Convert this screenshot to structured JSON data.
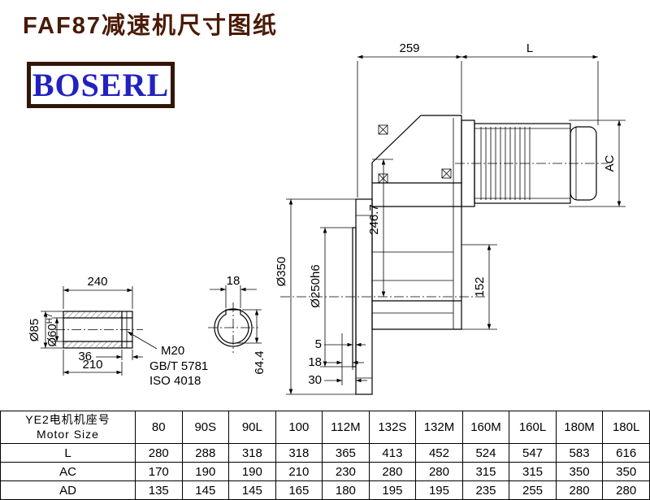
{
  "page": {
    "title": "FAF87减速机尺寸图纸",
    "logo_text": "BOSERL"
  },
  "colors": {
    "title_text": "#4a1a05",
    "logo_border": "#331505",
    "logo_text": "#2222c0",
    "line": "#000000",
    "background": "#ffffff"
  },
  "drawing": {
    "main": {
      "dim_259": "259",
      "dim_L": "L",
      "dim_AC": "AC",
      "dim_phi350": "Ø350",
      "dim_phi250h6": "Ø250h6",
      "dim_246_7": "246.7",
      "dim_152": "152",
      "dim_5": "5",
      "dim_18": "18",
      "dim_30": "30"
    },
    "shaft": {
      "dim_240": "240",
      "dim_36": "36",
      "dim_210": "210",
      "dim_phi85": "Ø85",
      "dim_phi60": "Ø60",
      "dim_phi60_tol": "H7",
      "label_thread": "M20",
      "label_std_gb": "GB/T 5781",
      "label_std_iso": "ISO 4018"
    },
    "section": {
      "dim_18": "18",
      "dim_64_4": "64.4"
    }
  },
  "table": {
    "corner_line1": "YE2电机机座号",
    "corner_line2": "Motor Size",
    "sizes": [
      "80",
      "90S",
      "90L",
      "100",
      "112M",
      "132S",
      "132M",
      "160M",
      "160L",
      "180M",
      "180L"
    ],
    "rows": [
      {
        "label": "L",
        "values": [
          "280",
          "288",
          "318",
          "318",
          "365",
          "413",
          "452",
          "524",
          "547",
          "583",
          "616"
        ]
      },
      {
        "label": "AC",
        "values": [
          "170",
          "190",
          "190",
          "210",
          "230",
          "280",
          "280",
          "315",
          "315",
          "350",
          "350"
        ]
      },
      {
        "label": "AD",
        "values": [
          "135",
          "145",
          "145",
          "165",
          "180",
          "195",
          "195",
          "235",
          "255",
          "280",
          "280"
        ]
      }
    ]
  }
}
